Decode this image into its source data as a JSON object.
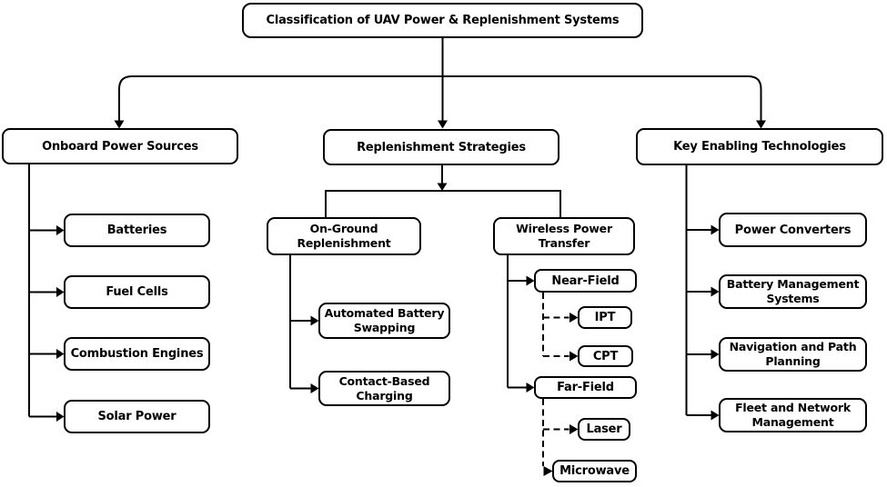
{
  "diagram": {
    "title": "Classification of UAV Power & Replenishment Systems",
    "branches": [
      {
        "label": "Onboard Power Sources",
        "children": [
          {
            "label": "Batteries"
          },
          {
            "label": "Fuel Cells"
          },
          {
            "label": "Combustion Engines"
          },
          {
            "label": "Solar Power"
          }
        ]
      },
      {
        "label": "Replenishment Strategies",
        "children": [
          {
            "label": "On-Ground\nReplenishment",
            "connector_style": "solid",
            "children": [
              {
                "label": "Automated Battery\nSwapping"
              },
              {
                "label": "Contact-Based\nCharging"
              }
            ]
          },
          {
            "label": "Wireless Power\nTransfer",
            "connector_style": "solid",
            "children": [
              {
                "label": "Near-Field",
                "connector_style": "dashed",
                "children": [
                  {
                    "label": "IPT"
                  },
                  {
                    "label": "CPT"
                  }
                ]
              },
              {
                "label": "Far-Field",
                "connector_style": "dashed",
                "children": [
                  {
                    "label": "Laser"
                  },
                  {
                    "label": "Microwave"
                  }
                ]
              }
            ]
          }
        ]
      },
      {
        "label": "Key Enabling Technologies",
        "children": [
          {
            "label": "Power Converters"
          },
          {
            "label": "Battery Management\nSystems"
          },
          {
            "label": "Navigation and Path\nPlanning"
          },
          {
            "label": "Fleet and Network\nManagement"
          }
        ]
      }
    ],
    "colors": {
      "line": "#000000",
      "box_border": "#000000",
      "box_fill": "#ffffff",
      "text": "#000000",
      "background": "#ffffff"
    }
  }
}
